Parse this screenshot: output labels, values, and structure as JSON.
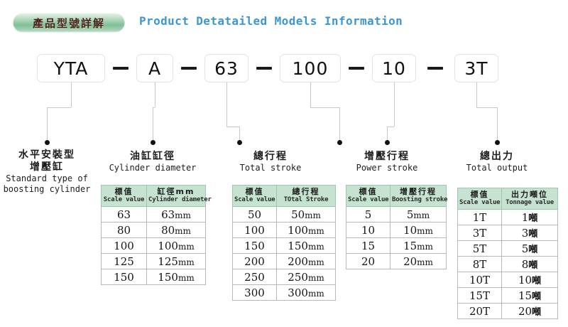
{
  "header": {
    "badge_zh": "產品型號詳解",
    "title_en": "Product Detatailed Models Information",
    "badge_color": "#7fbf98",
    "title_color": "#3d96d4"
  },
  "model_code": {
    "segments": [
      {
        "label": "YTA"
      },
      {
        "label": "A"
      },
      {
        "label": "63"
      },
      {
        "label": "100"
      },
      {
        "label": "10"
      },
      {
        "label": "3T"
      }
    ],
    "separator": "—"
  },
  "sections": [
    {
      "zh_line1": "水平安裝型",
      "zh_line2": "增壓缸",
      "en_line1": "Standard type of",
      "en_line2": "boosting cylinder"
    },
    {
      "zh_line1": "油缸缸徑",
      "zh_line2": "",
      "en_line1": "Cylinder diameter",
      "en_line2": ""
    },
    {
      "zh_line1": "總行程",
      "zh_line2": "",
      "en_line1": "Total stroke",
      "en_line2": ""
    },
    {
      "zh_line1": "增壓行程",
      "zh_line2": "",
      "en_line1": "Power stroke",
      "en_line2": ""
    },
    {
      "zh_line1": "總出力",
      "zh_line2": "",
      "en_line1": "Total output",
      "en_line2": ""
    }
  ],
  "tables": [
    {
      "name": "cylinder-diameter-table",
      "headers": [
        {
          "zh": "標值",
          "en": "Scale value"
        },
        {
          "zh": "缸徑mm",
          "en": "Cylinder diameter"
        }
      ],
      "rows": [
        [
          "63",
          "63mm"
        ],
        [
          "80",
          "80mm"
        ],
        [
          "100",
          "100mm"
        ],
        [
          "125",
          "125mm"
        ],
        [
          "150",
          "150mm"
        ]
      ]
    },
    {
      "name": "total-stroke-table",
      "headers": [
        {
          "zh": "標值",
          "en": "Scale value"
        },
        {
          "zh": "總行程",
          "en": "TOtal Stroke"
        }
      ],
      "rows": [
        [
          "50",
          "50mm"
        ],
        [
          "100",
          "100mm"
        ],
        [
          "150",
          "150mm"
        ],
        [
          "200",
          "200mm"
        ],
        [
          "250",
          "250mm"
        ],
        [
          "300",
          "300mm"
        ]
      ]
    },
    {
      "name": "boosting-stroke-table",
      "headers": [
        {
          "zh": "標值",
          "en": "Scale value"
        },
        {
          "zh": "增壓行程",
          "en": "Boosting stroke"
        }
      ],
      "rows": [
        [
          "5",
          "5mm"
        ],
        [
          "10",
          "10mm"
        ],
        [
          "15",
          "15mm"
        ],
        [
          "20",
          "20mm"
        ]
      ]
    },
    {
      "name": "tonnage-value-table",
      "headers": [
        {
          "zh": "標值",
          "en": "Scale value"
        },
        {
          "zh": "出力噸位",
          "en": "Tonnage value"
        }
      ],
      "rows": [
        [
          "1T",
          "1噸"
        ],
        [
          "3T",
          "3噸"
        ],
        [
          "5T",
          "5噸"
        ],
        [
          "8T",
          "8噸"
        ],
        [
          "10T",
          "10噸"
        ],
        [
          "15T",
          "15噸"
        ],
        [
          "20T",
          "20噸"
        ]
      ]
    }
  ]
}
